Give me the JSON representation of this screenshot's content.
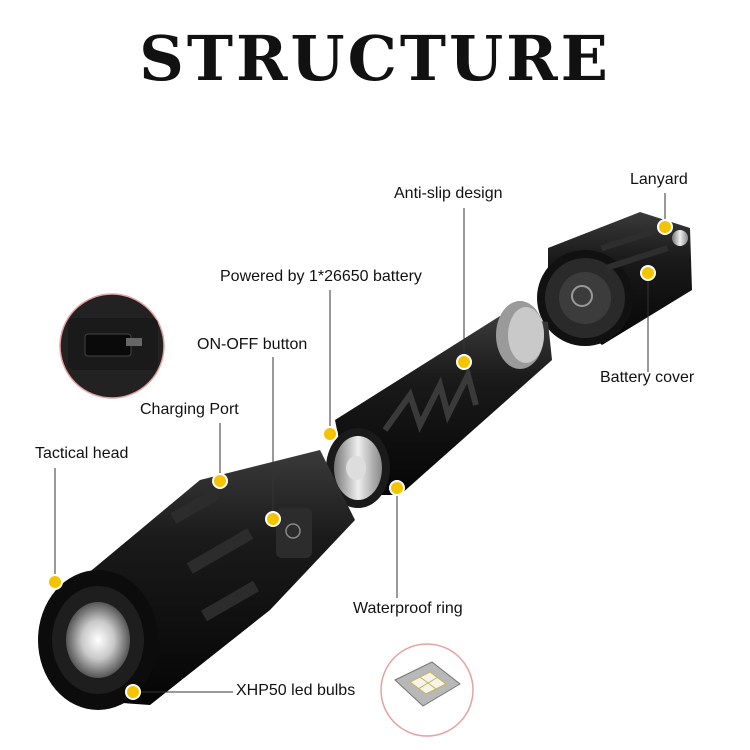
{
  "title": "STRUCTURE",
  "labels": {
    "anti_slip": "Anti-slip design",
    "lanyard": "Lanyard",
    "powered_by": "Powered by 1*26650 battery",
    "on_off": "ON-OFF button",
    "battery_cover": "Battery cover",
    "charging_port": "Charging Port",
    "tactical_head": "Tactical head",
    "waterproof_ring": "Waterproof ring",
    "led_bulbs": "XHP50 led bulbs"
  },
  "colors": {
    "marker": "#f5c400",
    "leader": "#333333",
    "inset_ring": "#e8a0a0",
    "body": "#141414"
  }
}
